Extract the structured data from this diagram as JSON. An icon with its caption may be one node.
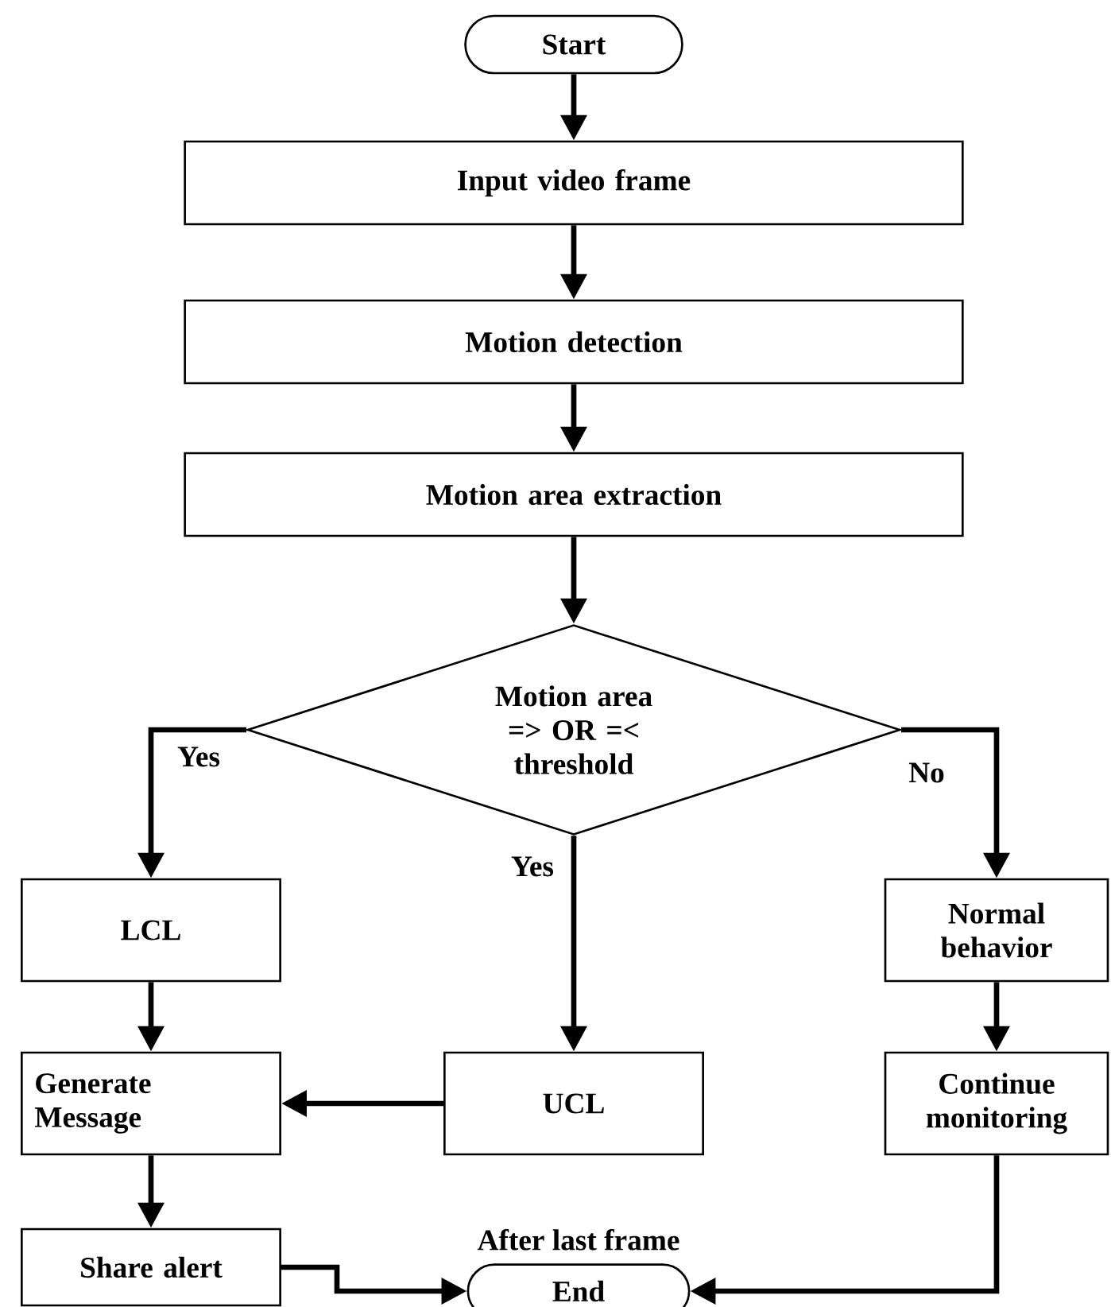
{
  "diagram": {
    "nodes": [
      {
        "text": [
          "Start"
        ]
      },
      {
        "text": [
          "Input video frame"
        ]
      },
      {
        "text": [
          "Motion detection"
        ]
      },
      {
        "text": [
          "Motion area extraction"
        ]
      },
      {
        "text": [
          "Motion area => OR =< threshold"
        ]
      },
      {
        "text": [
          "LCL"
        ]
      },
      {
        "text": [
          "UCL"
        ]
      },
      {
        "text": [
          "Normal behavior"
        ]
      },
      {
        "text": [
          "Generate Message"
        ]
      },
      {
        "text": [
          "Continue monitoring"
        ]
      },
      {
        "text": [
          "Share alert"
        ]
      },
      {
        "text": [
          "End"
        ],
        "beside": [
          "After last frame"
        ]
      }
    ],
    "edges": [
      {
        "from": 0,
        "to": 1,
        "arrow": "to"
      },
      {
        "from": 1,
        "to": 2,
        "arrow": "to"
      },
      {
        "from": 2,
        "to": 3,
        "arrow": "to"
      },
      {
        "from": 3,
        "to": 4,
        "arrow": "to"
      },
      {
        "from": 4,
        "to": 5,
        "arrow": "to",
        "label": "Yes"
      },
      {
        "from": 4,
        "to": 6,
        "arrow": "to",
        "label": "Yes"
      },
      {
        "from": 4,
        "to": 7,
        "arrow": "to",
        "label": "No"
      },
      {
        "from": 5,
        "to": 8,
        "arrow": "to"
      },
      {
        "from": 6,
        "to": 8,
        "arrow": "to"
      },
      {
        "from": 7,
        "to": 9,
        "arrow": "to"
      },
      {
        "from": 8,
        "to": 10,
        "arrow": "to"
      },
      {
        "from": 10,
        "to": 11,
        "arrow": "to"
      },
      {
        "from": 9,
        "to": 11,
        "arrow": "to"
      }
    ]
  }
}
